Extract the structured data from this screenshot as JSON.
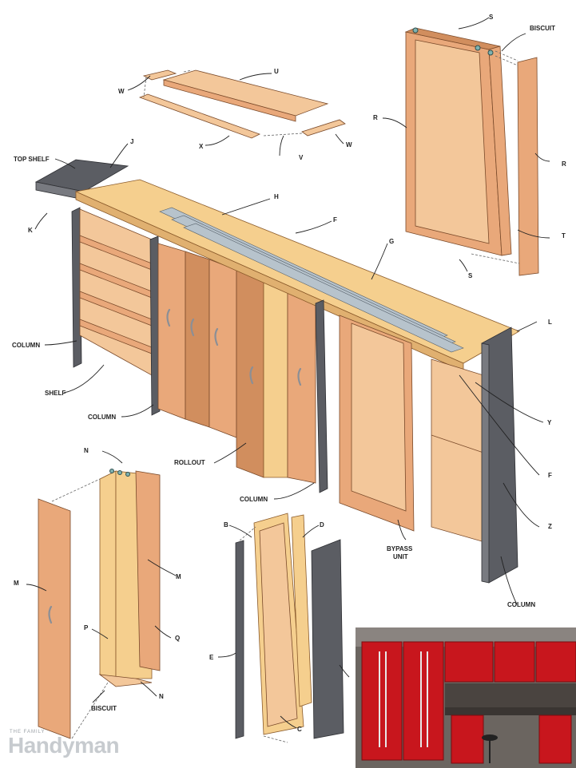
{
  "labels": {
    "S": "S",
    "biscuit": "BISCUIT",
    "R": "R",
    "T": "T",
    "U": "U",
    "W": "W",
    "X": "X",
    "V": "V",
    "J": "J",
    "top_shelf": "TOP SHELF",
    "K": "K",
    "H": "H",
    "F": "F",
    "G": "G",
    "L": "L",
    "column": "COLUMN",
    "shelf": "SHELF",
    "Y": "Y",
    "rollout": "ROLLOUT",
    "Z": "Z",
    "N": "N",
    "M": "M",
    "P": "P",
    "Q": "Q",
    "B": "B",
    "D": "D",
    "E": "E",
    "C": "C",
    "bypass_unit_line1": "BYPASS",
    "bypass_unit_line2": "UNIT"
  },
  "brand": {
    "tagline": "THE FAMILY",
    "name": "Handyman"
  },
  "colors": {
    "plywood": "#e9a87a",
    "frame": "#f5cf8e",
    "steel": "#5b5d63",
    "cabinet_red": "#c8161d"
  }
}
